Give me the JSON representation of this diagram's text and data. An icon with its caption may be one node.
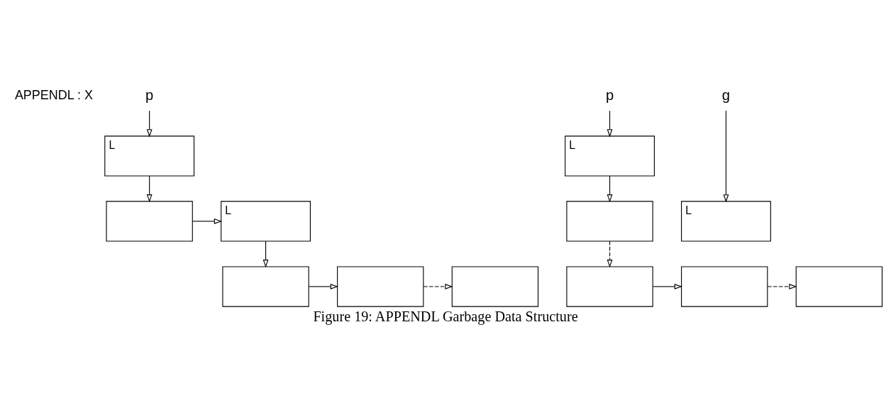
{
  "diagram": {
    "caption": "Figure 19: APPENDL Garbage Data Structure",
    "nodes": [
      {
        "text": [
          "p"
        ]
      },
      {
        "text": [
          "L"
        ]
      },
      {
        "text": [],
        "shape": "box"
      },
      {
        "text": [
          "L"
        ]
      },
      {
        "text": [],
        "shape": "box"
      },
      {
        "text": [],
        "shape": "box"
      },
      {
        "text": [],
        "shape": "box"
      },
      {
        "text": [
          "p"
        ]
      },
      {
        "text": [
          "L"
        ]
      },
      {
        "text": [
          "g"
        ]
      },
      {
        "text": [],
        "shape": "box"
      },
      {
        "text": [
          "L"
        ]
      },
      {
        "text": [],
        "shape": "box"
      },
      {
        "text": [],
        "shape": "box"
      },
      {
        "text": [],
        "shape": "box"
      }
    ],
    "edges": [
      {
        "from": 0,
        "to": 1,
        "arrow": "to"
      },
      {
        "from": 1,
        "to": 2,
        "arrow": "to"
      },
      {
        "from": 2,
        "to": 3,
        "arrow": "to"
      },
      {
        "from": 3,
        "to": 4,
        "arrow": "to"
      },
      {
        "from": 4,
        "to": 5,
        "arrow": "to"
      },
      {
        "from": 5,
        "to": 6,
        "arrow": "to",
        "style": "dashed"
      },
      {
        "from": 7,
        "to": 8,
        "arrow": "to"
      },
      {
        "from": 8,
        "to": 10,
        "arrow": "to"
      },
      {
        "from": 9,
        "to": 11,
        "arrow": "to"
      },
      {
        "from": 10,
        "to": 12,
        "arrow": "to",
        "style": "dashed"
      },
      {
        "from": 12,
        "to": 13,
        "arrow": "to"
      },
      {
        "from": 13,
        "to": 14,
        "arrow": "to",
        "style": "dashed"
      }
    ],
    "labels": [
      "APPENDL : X"
    ]
  }
}
